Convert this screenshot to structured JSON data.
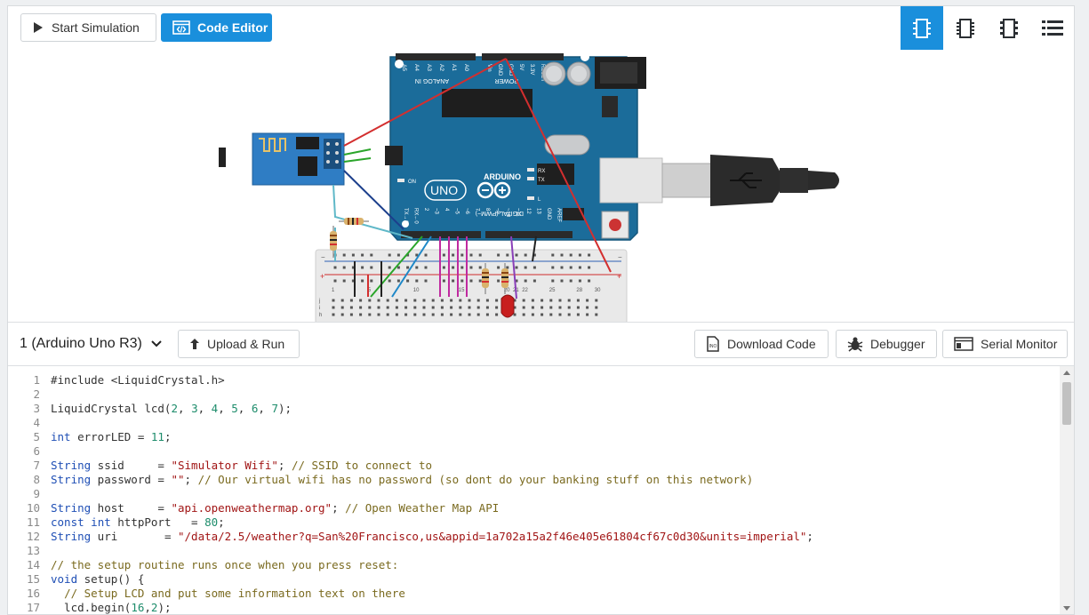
{
  "toolbar": {
    "start_label": "Start Simulation",
    "code_label": "Code Editor",
    "view_icons": [
      "component-view-icon",
      "schematic-view-icon",
      "pcb-view-icon",
      "component-list-icon"
    ]
  },
  "circuit": {
    "arduino_brand": "ARDUINO",
    "arduino_model": "UNO",
    "analog_label": "ANALOG IN",
    "power_label": "POWER",
    "digital_label": "DIGITAL (PWM~)",
    "analog_pins": [
      "A5",
      "A4",
      "A3",
      "A2",
      "A1",
      "A0"
    ],
    "power_pins": [
      "Vin",
      "GND",
      "GND",
      "5V",
      "3.3V",
      "RESET",
      "IOREF"
    ],
    "digital_pins": [
      "TX→1",
      "RX←0",
      "2",
      "~3",
      "4",
      "~5",
      "~6",
      "7",
      "8",
      "~9",
      "~10",
      "~11",
      "12",
      "13",
      "GND",
      "AREF"
    ],
    "leds": [
      "RX",
      "TX",
      "L",
      "ON"
    ],
    "breadboard_numbers": [
      "1",
      "",
      "",
      "",
      "5",
      "",
      "",
      "",
      "",
      "10",
      "",
      "",
      "",
      "",
      "15",
      "",
      "",
      "",
      "",
      "20",
      "21",
      "22",
      "",
      "",
      "25",
      "",
      "",
      "28",
      "",
      "30"
    ],
    "breadboard_rows": [
      "j",
      "i",
      "h"
    ]
  },
  "editor": {
    "device_label": "1 (Arduino Uno R3)",
    "upload_label": "Upload & Run",
    "download_label": "Download Code",
    "debugger_label": "Debugger",
    "serial_label": "Serial Monitor"
  },
  "code_lines": [
    "#include <LiquidCrystal.h>",
    "",
    "LiquidCrystal lcd(2, 3, 4, 5, 6, 7);",
    "",
    "int errorLED = 11;",
    "",
    "String ssid     = \"Simulator Wifi\"; // SSID to connect to",
    "String password = \"\"; // Our virtual wifi has no password (so dont do your banking stuff on this network)",
    "",
    "String host     = \"api.openweathermap.org\"; // Open Weather Map API",
    "const int httpPort   = 80;",
    "String uri       = \"/data/2.5/weather?q=San%20Francisco,us&appid=1a702a15a2f46e405e61804cf67c0d30&units=imperial\";",
    "",
    "// the setup routine runs once when you press reset:",
    "void setup() {",
    "  // Setup LCD and put some information text on there",
    "  lcd.begin(16,2);"
  ]
}
